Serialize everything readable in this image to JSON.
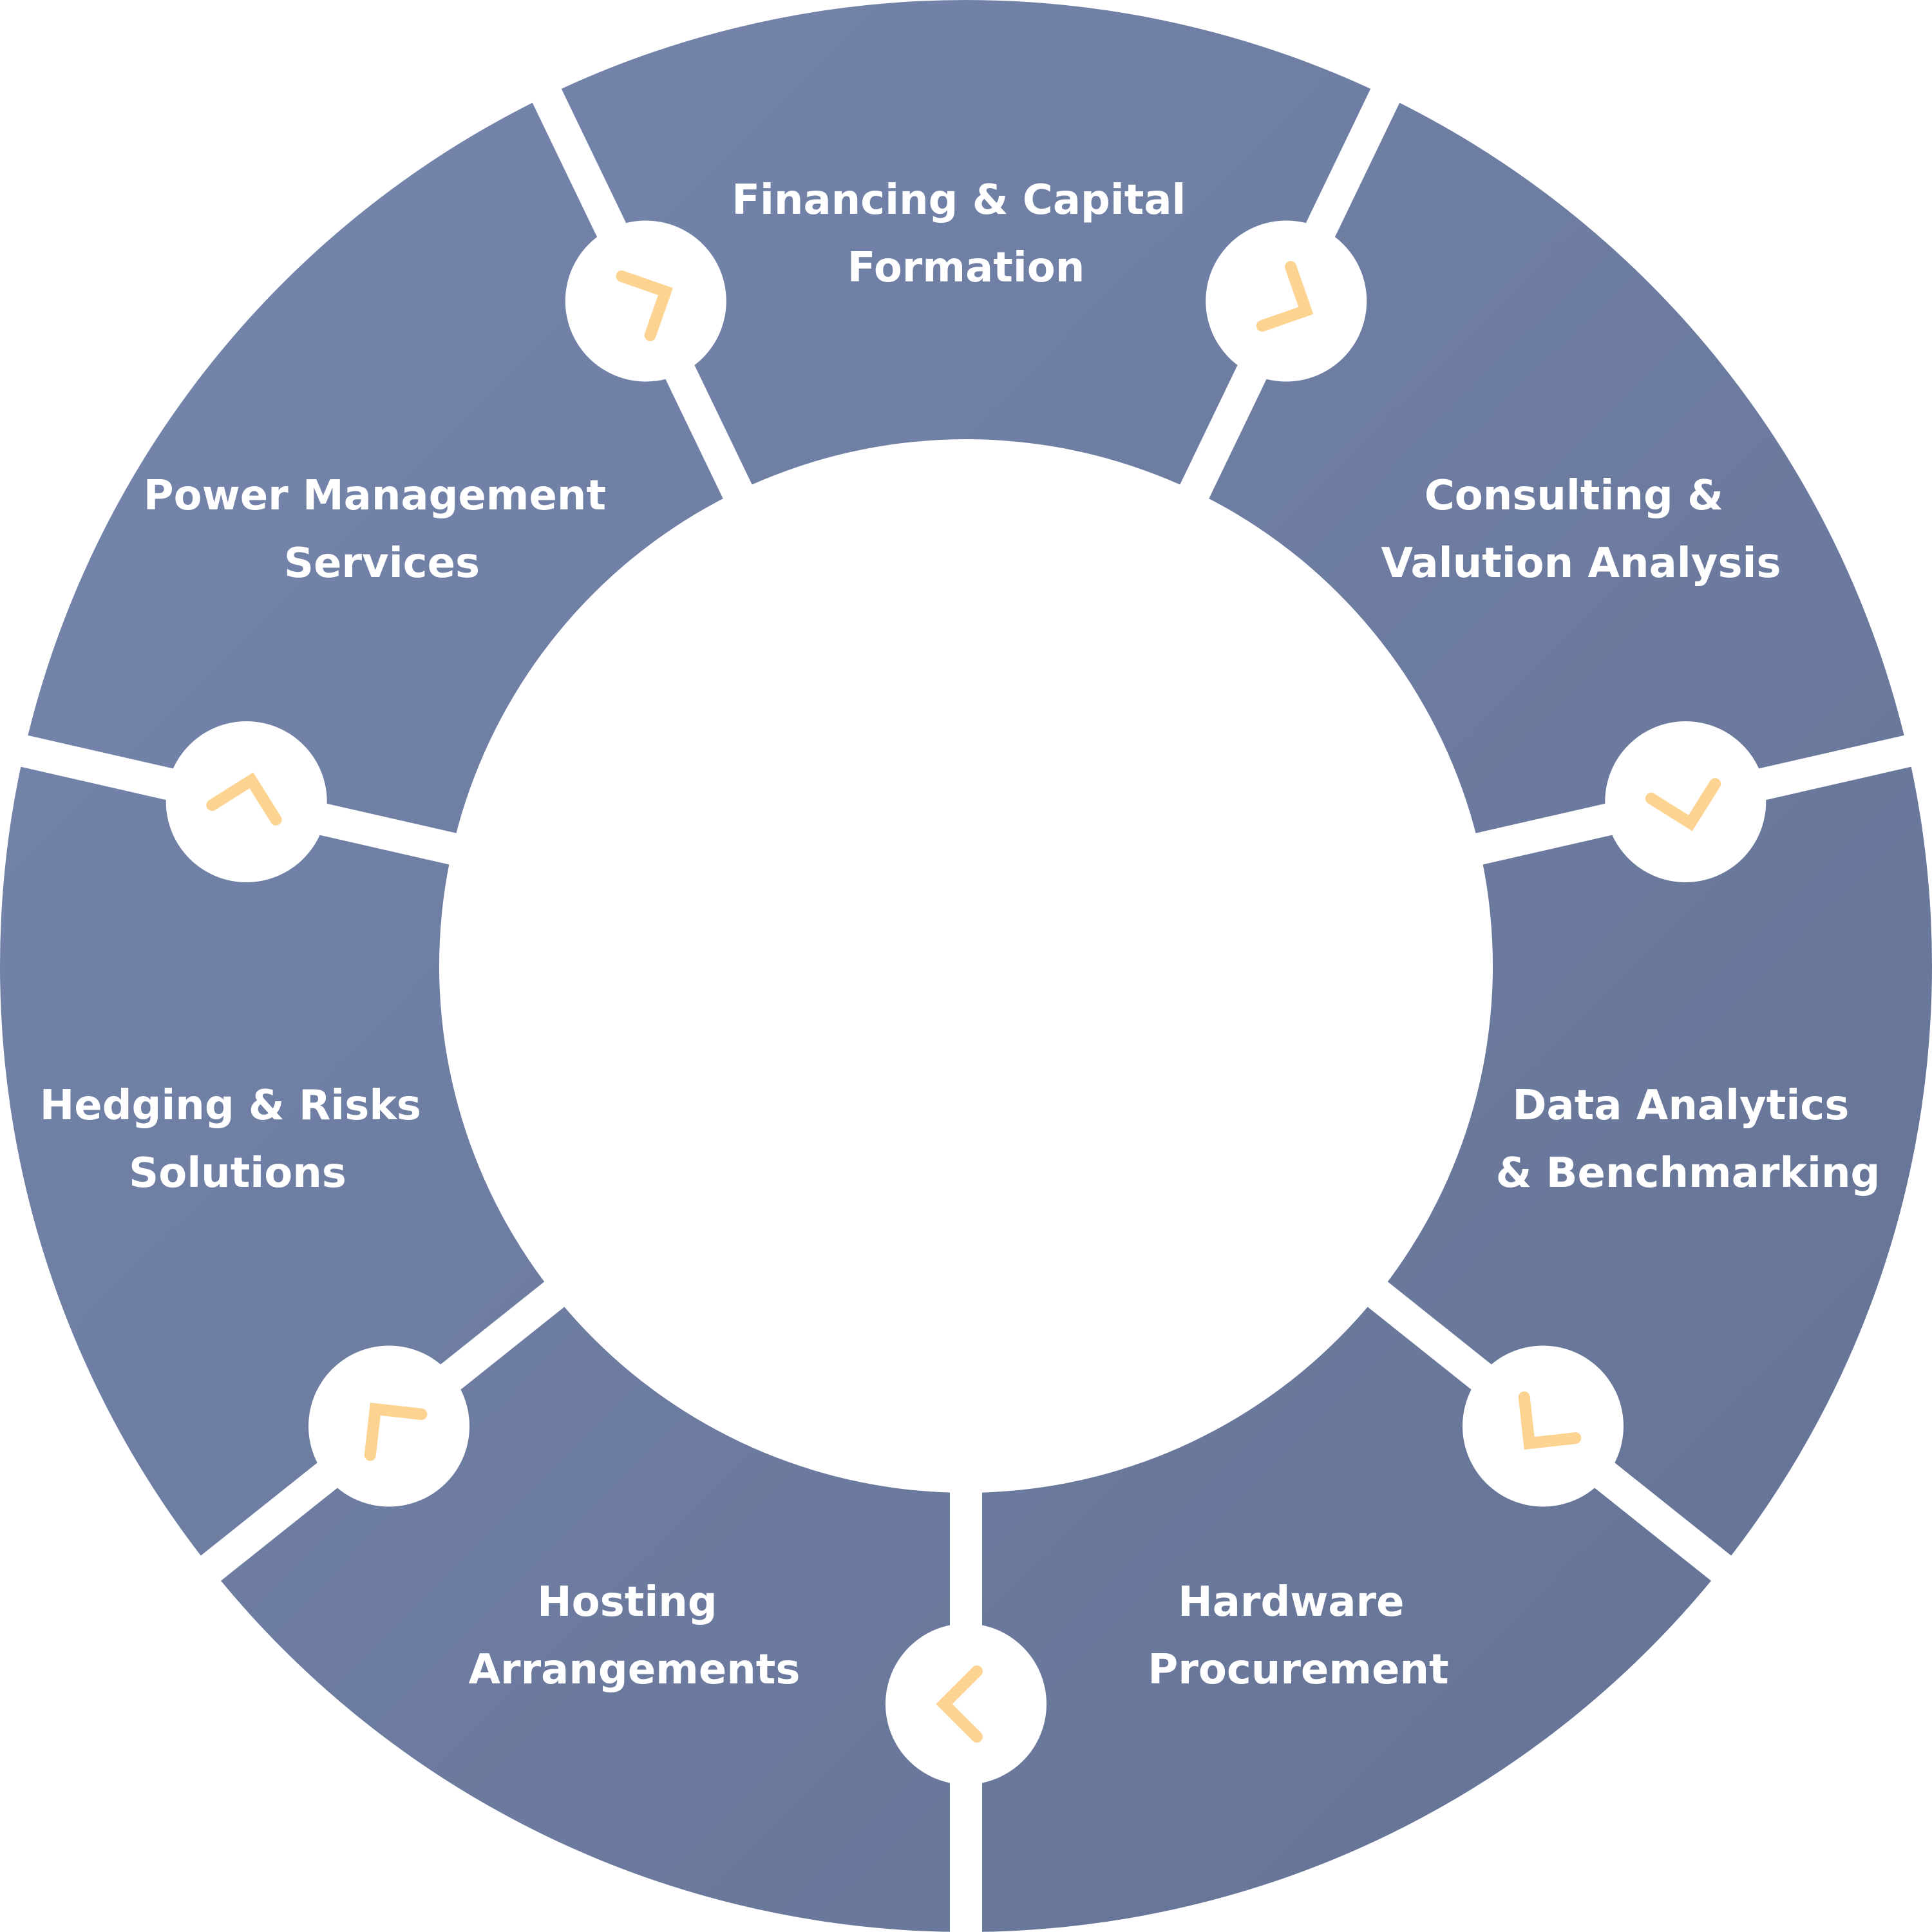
{
  "diagram": {
    "title": "Service cycle",
    "colors": {
      "ring_start": "#7686ad",
      "ring_end": "#647294",
      "gap": "#ffffff",
      "node_fill": "#ffffff",
      "chevron": "#fdd391",
      "label_text": "#ffffff"
    },
    "segments": [
      {
        "id": "financing",
        "lines": [
          "Financing & Capital",
          "Formation"
        ]
      },
      {
        "id": "consulting",
        "lines": [
          "Consulting &",
          "Valution Analysis"
        ]
      },
      {
        "id": "data-analytics",
        "lines": [
          "Data Analytics",
          "& Benchmarking"
        ]
      },
      {
        "id": "hardware",
        "lines": [
          "Hardware",
          "Procurement"
        ]
      },
      {
        "id": "hosting",
        "lines": [
          "Hosting",
          "Arrangements"
        ]
      },
      {
        "id": "hedging",
        "lines": [
          "Hedging & Risks",
          "Solutions"
        ]
      },
      {
        "id": "power",
        "lines": [
          "Power Management",
          "Services"
        ]
      }
    ],
    "flow_direction": "clockwise",
    "node_icon": "chevron-arrow-icon"
  }
}
